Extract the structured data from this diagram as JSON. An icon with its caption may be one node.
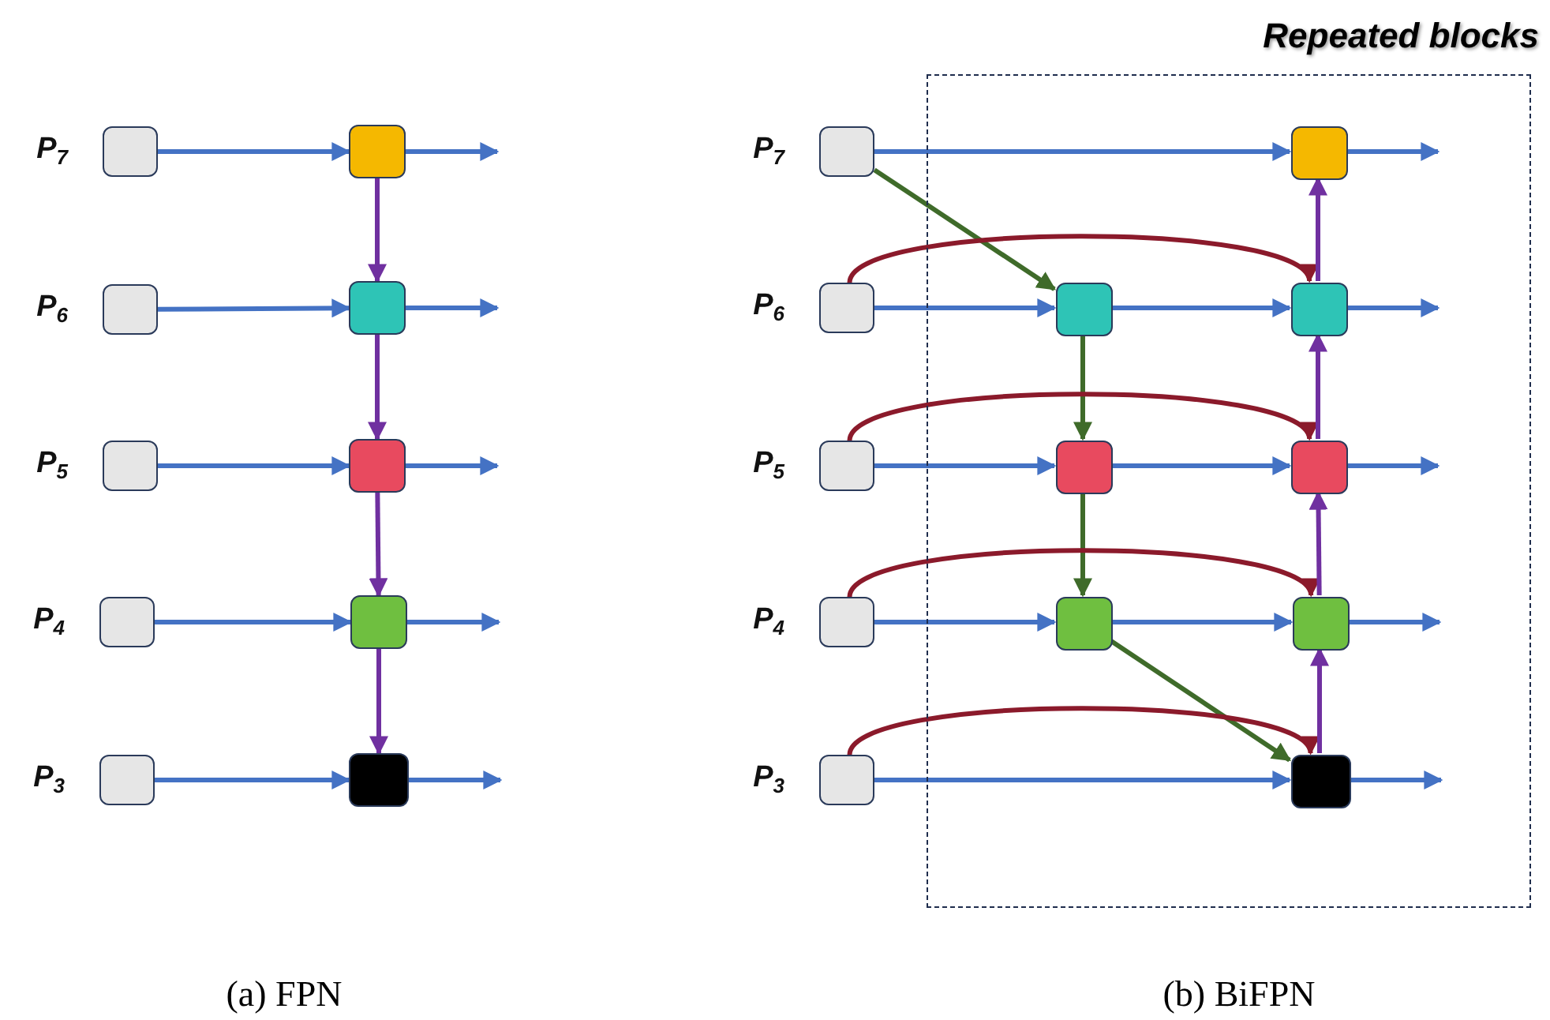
{
  "diagram": {
    "nodes": [
      {
        "text": [],
        "shape": "box",
        "beside": [
          "P$_{7}$"
        ]
      },
      {
        "text": [],
        "shape": "box"
      },
      {
        "text": [],
        "shape": "box",
        "beside": [
          "P$_{6}$"
        ]
      },
      {
        "text": [],
        "shape": "box"
      },
      {
        "text": [],
        "shape": "box",
        "beside": [
          "P$_{5}$"
        ]
      },
      {
        "text": [],
        "shape": "box"
      },
      {
        "text": [],
        "shape": "box",
        "beside": [
          "P$_{4}$"
        ]
      },
      {
        "text": [],
        "shape": "box"
      },
      {
        "text": [],
        "shape": "box",
        "beside": [
          "P$_{3}$"
        ]
      },
      {
        "text": [],
        "shape": "box"
      },
      {
        "text": [
          "Repeated blocks"
        ]
      },
      {
        "text": [],
        "shape": "box",
        "beside": [
          "P$_{7}$"
        ]
      },
      {
        "text": [],
        "shape": "box",
        "in": 10
      },
      {
        "text": [],
        "shape": "box",
        "beside": [
          "P$_{6}$"
        ]
      },
      {
        "text": [],
        "shape": "box",
        "in": 10
      },
      {
        "text": [],
        "shape": "box",
        "in": 10
      },
      {
        "text": [],
        "shape": "box",
        "beside": [
          "P$_{5}$"
        ]
      },
      {
        "text": [],
        "shape": "box",
        "in": 10
      },
      {
        "text": [],
        "shape": "box",
        "in": 10
      },
      {
        "text": [],
        "shape": "box",
        "beside": [
          "P$_{4}$"
        ]
      },
      {
        "text": [],
        "shape": "box",
        "in": 10
      },
      {
        "text": [],
        "shape": "box",
        "in": 10
      },
      {
        "text": [],
        "shape": "box",
        "beside": [
          "P$_{3}$"
        ]
      },
      {
        "text": [],
        "shape": "box",
        "in": 10
      }
    ],
    "edges": [
      {
        "from": 0,
        "to": 1,
        "arrow": "to"
      },
      {
        "from": 1,
        "to": null,
        "arrow": "to"
      },
      {
        "from": 1,
        "to": 3,
        "arrow": "to",
        "color": "#7030a0"
      },
      {
        "from": 2,
        "to": 3,
        "arrow": "to"
      },
      {
        "from": 3,
        "to": null,
        "arrow": "to"
      },
      {
        "from": 3,
        "to": 5,
        "arrow": "to",
        "color": "#7030a0"
      },
      {
        "from": 4,
        "to": 5,
        "arrow": "to"
      },
      {
        "from": 5,
        "to": null,
        "arrow": "to"
      },
      {
        "from": 5,
        "to": 7,
        "arrow": "to",
        "color": "#7030a0"
      },
      {
        "from": 6,
        "to": 7,
        "arrow": "to"
      },
      {
        "from": 7,
        "to": null,
        "arrow": "to"
      },
      {
        "from": 7,
        "to": 9,
        "arrow": "to",
        "color": "#7030a0"
      },
      {
        "from": 8,
        "to": 9,
        "arrow": "to"
      },
      {
        "from": 9,
        "to": null,
        "arrow": "to"
      },
      {
        "from": 11,
        "to": 12,
        "arrow": "to"
      },
      {
        "from": 12,
        "to": null,
        "arrow": "to"
      },
      {
        "from": 11,
        "to": 14,
        "arrow": "to",
        "color": "#3f6b2a"
      },
      {
        "from": 13,
        "to": 14,
        "arrow": "to"
      },
      {
        "from": 14,
        "to": 15,
        "arrow": "to"
      },
      {
        "from": 15,
        "to": null,
        "arrow": "to"
      },
      {
        "from": 13,
        "to": 15,
        "arrow": "to",
        "color": "#8b1a2b"
      },
      {
        "from": 15,
        "to": 12,
        "arrow": "to",
        "color": "#7030a0"
      },
      {
        "from": 14,
        "to": 17,
        "arrow": "to",
        "color": "#3f6b2a"
      },
      {
        "from": 16,
        "to": 17,
        "arrow": "to"
      },
      {
        "from": 17,
        "to": 18,
        "arrow": "to"
      },
      {
        "from": 18,
        "to": null,
        "arrow": "to"
      },
      {
        "from": 16,
        "to": 18,
        "arrow": "to",
        "color": "#8b1a2b"
      },
      {
        "from": 18,
        "to": 15,
        "arrow": "to",
        "color": "#7030a0"
      },
      {
        "from": 17,
        "to": 20,
        "arrow": "to",
        "color": "#3f6b2a"
      },
      {
        "from": 19,
        "to": 20,
        "arrow": "to"
      },
      {
        "from": 20,
        "to": 21,
        "arrow": "to"
      },
      {
        "from": 21,
        "to": null,
        "arrow": "to"
      },
      {
        "from": 19,
        "to": 21,
        "arrow": "to",
        "color": "#8b1a2b"
      },
      {
        "from": 21,
        "to": 18,
        "arrow": "to",
        "color": "#7030a0"
      },
      {
        "from": 20,
        "to": 23,
        "arrow": "to",
        "color": "#3f6b2a"
      },
      {
        "from": 22,
        "to": 23,
        "arrow": "to"
      },
      {
        "from": 23,
        "to": null,
        "arrow": "to"
      },
      {
        "from": 22,
        "to": 23,
        "arrow": "to",
        "color": "#8b1a2b"
      },
      {
        "from": 23,
        "to": 21,
        "arrow": "to",
        "color": "#7030a0"
      }
    ],
    "labels": [
      "(a) FPN",
      "(b) BiFPN"
    ]
  }
}
